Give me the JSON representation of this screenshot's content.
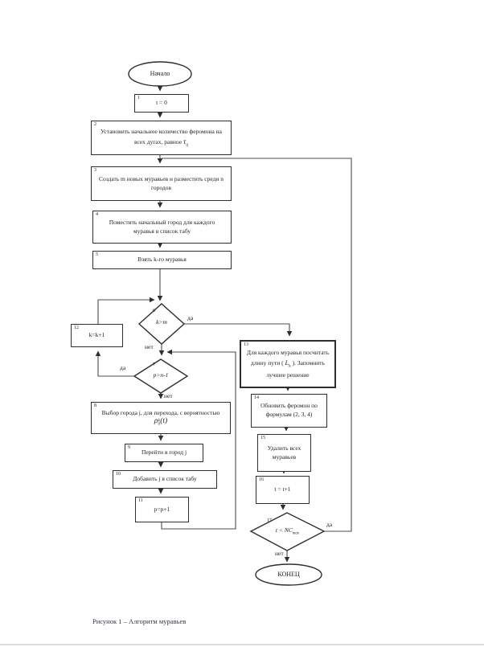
{
  "page": {
    "caption": "Рисунок 1 – Алгоритм муравьев"
  },
  "colors": {
    "ink": "#2e2e2e",
    "line": "#4d4d4d",
    "background": "#ffffff"
  },
  "labels": {
    "yes": "да",
    "no": "нет"
  },
  "terminals": {
    "start": "Начало",
    "end": "КОНЕЦ"
  },
  "nodes": {
    "n1": {
      "num": "1",
      "text": "t = 0"
    },
    "n2": {
      "num": "2",
      "text": "Установить начальное количество феромона на всех дугах, равное",
      "sym": "τ",
      "sub": "ij"
    },
    "n3": {
      "num": "3",
      "text": "Создать m новых муравьев и разместить среди n городов"
    },
    "n4": {
      "num": "4",
      "text": "Поместить начальный город для каждого муравья в список табу"
    },
    "n5": {
      "num": "5",
      "text": "Взять k-го муравья"
    },
    "n6": {
      "num": "6",
      "text": "k>m"
    },
    "n7": {
      "num": "7",
      "text": "p>n-1"
    },
    "n8": {
      "num": "8",
      "text": "Выбор города j, для перехода, с вероятностью",
      "sym": "ρ",
      "sup": "k",
      "sub": "ij",
      "tail": "(t)"
    },
    "n9": {
      "num": "9",
      "text": "Перейти в город j"
    },
    "n10": {
      "num": "10",
      "text": "Добавить j в список табу"
    },
    "n11": {
      "num": "11",
      "text": "p=p+1"
    },
    "n12": {
      "num": "12",
      "text": "k=k+1"
    },
    "n13": {
      "num": "13",
      "pre": "Для каждого муравья посчитать длину пути (",
      "sym": "L",
      "sub": "k",
      "post": "). Запомнить лучшее решение"
    },
    "n14": {
      "num": "14",
      "text": "Обновить феромон по формулам (2, 3, 4)"
    },
    "n15": {
      "num": "15",
      "text": "Удалить всех муравьев"
    },
    "n16": {
      "num": "16",
      "text": "t = t+1"
    },
    "n17": {
      "num": "17",
      "pre": "t <",
      "sym": "NC",
      "sub": "max"
    }
  }
}
